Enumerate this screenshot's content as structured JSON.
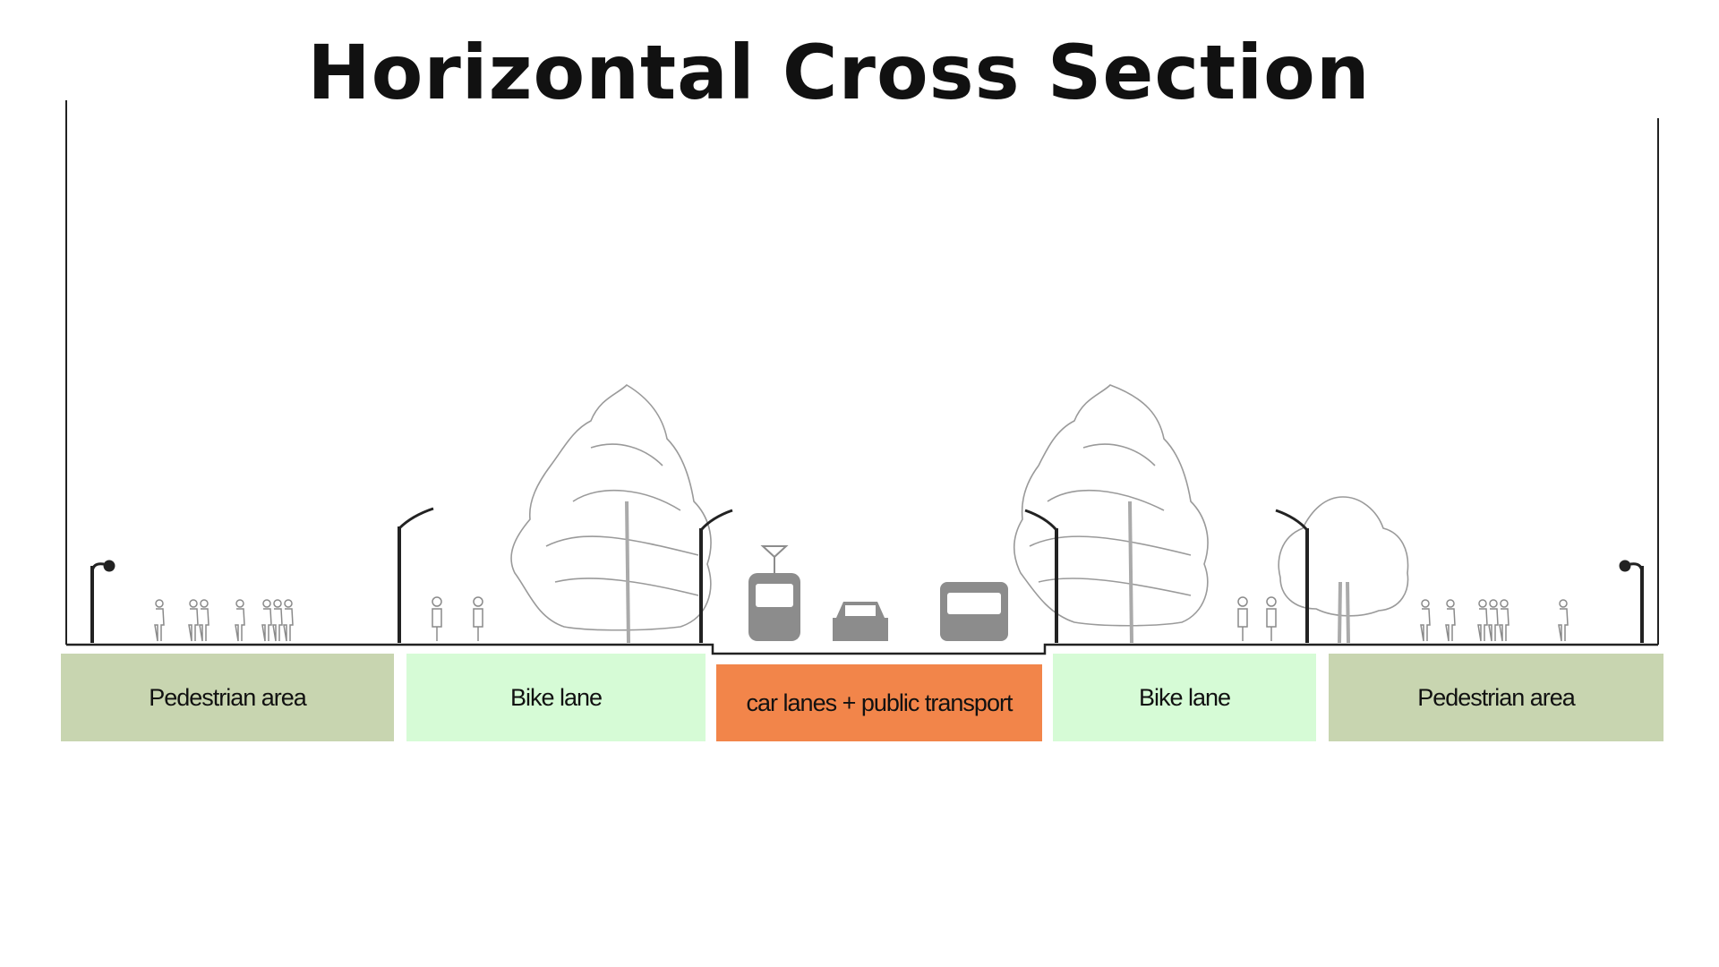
{
  "title": "Horizontal Cross Section",
  "zones": [
    {
      "label": "Pedestrian area",
      "color": "#c8d5b0"
    },
    {
      "label": "Bike lane",
      "color": "#d6fbd6"
    },
    {
      "label": "car lanes + public transport",
      "color": "#f2854a"
    },
    {
      "label": "Bike lane",
      "color": "#d6fbd6"
    },
    {
      "label": "Pedestrian area",
      "color": "#c8d5b0"
    }
  ],
  "colors": {
    "ground": "#222222",
    "tree": "#9a9a9a",
    "vehicle": "#8c8c8c",
    "people": "#8a8a8a",
    "lamp": "#222222"
  }
}
